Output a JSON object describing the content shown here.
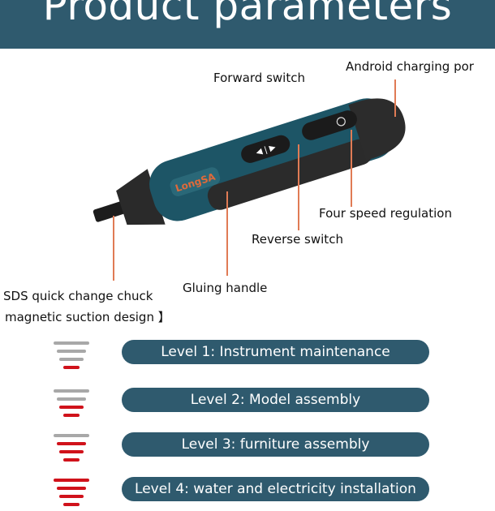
{
  "header": {
    "title": "Product parameters"
  },
  "product": {
    "brand": "LongSA",
    "callouts": {
      "forward": "Forward switch",
      "charging": "Android charging por",
      "speed": "Four speed regulation",
      "reverse": "Reverse switch",
      "handle": "Gluing handle",
      "chuck_line1": "SDS quick change chuck",
      "chuck_line2": "magnetic suction design 】"
    }
  },
  "levels": [
    {
      "label": "Level 1: Instrument maintenance",
      "active_bars": 1
    },
    {
      "label": "Level 2: Model assembly",
      "active_bars": 2
    },
    {
      "label": "Level 3: furniture assembly",
      "active_bars": 3
    },
    {
      "label": "Level 4: water and electricity installation",
      "active_bars": 4
    }
  ],
  "colors": {
    "banner": "#2f5a6e",
    "leader": "#e07b55",
    "active_bar": "#d0121b",
    "inactive_bar": "#a8a8a8"
  }
}
